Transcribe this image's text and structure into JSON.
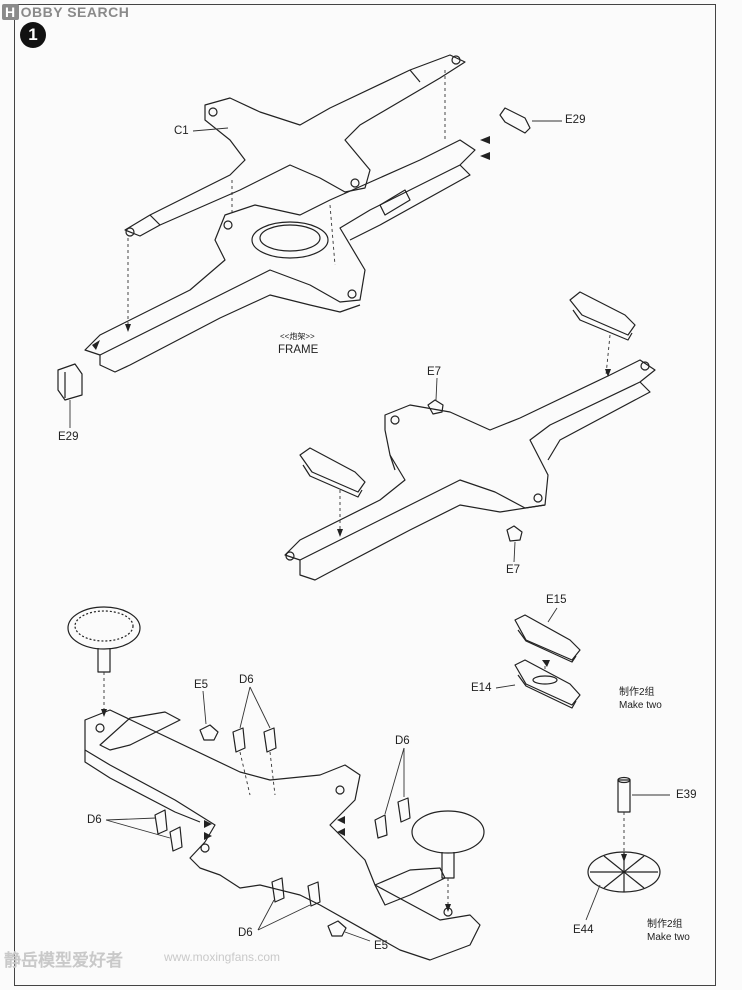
{
  "watermark": {
    "logo_mark": "H",
    "brand": "OBBY SEARCH",
    "bottom_text": "静岳模型爱好者",
    "bottom_url": "www.moxingfans.com"
  },
  "step": {
    "number": "1"
  },
  "labels": {
    "c1": "C1",
    "e29_top": "E29",
    "e29_left": "E29",
    "frame_cn": "<<炮架>>",
    "frame": "FRAME",
    "e7_top": "E7",
    "e7_bottom": "E7",
    "e15": "E15",
    "e14": "E14",
    "e5_top": "E5",
    "d6_top": "D6",
    "d6_right": "D6",
    "d6_left": "D6",
    "d6_bottom": "D6",
    "e5_bottom": "E5",
    "e39": "E39",
    "e44": "E44"
  },
  "notes": {
    "make_two_a_cn": "制作2组",
    "make_two_a": "Make two",
    "make_two_b_cn": "制作2组",
    "make_two_b": "Make two"
  }
}
